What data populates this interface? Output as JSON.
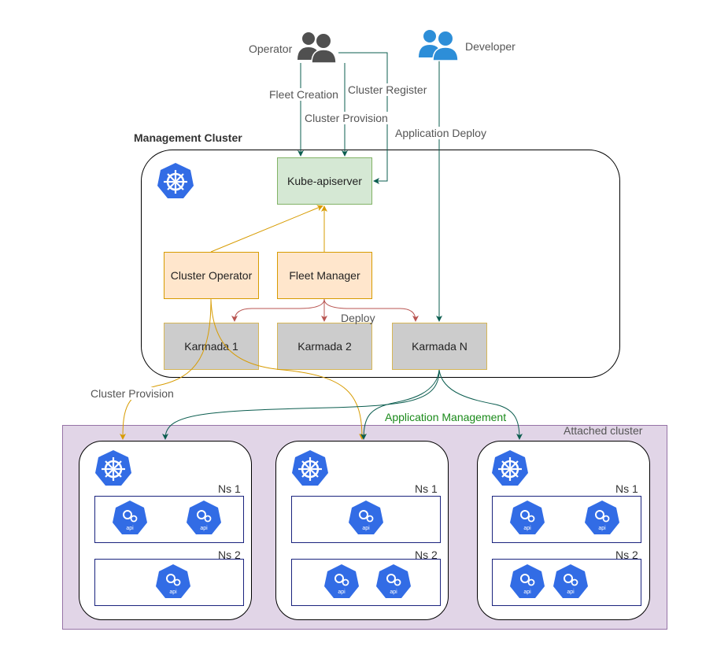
{
  "actors": {
    "operator": "Operator",
    "developer": "Developer"
  },
  "edges": {
    "fleet_creation": "Fleet Creation",
    "cluster_register": "Cluster Register",
    "cluster_provision_top": "Cluster Provision",
    "application_deploy": "Application Deploy",
    "deploy": "Deploy",
    "cluster_provision_bottom": "Cluster Provision",
    "application_management": "Application Management"
  },
  "management": {
    "title": "Management Cluster",
    "kube_apiserver": "Kube-apiserver",
    "cluster_operator": "Cluster Operator",
    "fleet_manager": "Fleet Manager",
    "karmada_1": "Karmada 1",
    "karmada_2": "Karmada 2",
    "karmada_n": "Karmada N"
  },
  "attached": {
    "title": "Attached cluster",
    "clusters": [
      {
        "ns1": "Ns 1",
        "ns2": "Ns 2"
      },
      {
        "ns1": "Ns 1",
        "ns2": "Ns 2"
      },
      {
        "ns1": "Ns 1",
        "ns2": "Ns 2"
      }
    ],
    "api_label": "api"
  },
  "colors": {
    "k8s_blue": "#326ce5",
    "teal_arrow": "#0b5d4f",
    "orange_arrow": "#d79b00",
    "red_arrow": "#b85450",
    "app_mgmt_text": "#1a8a1a",
    "user_dark": "#505050",
    "user_blue": "#2d8ed8"
  }
}
